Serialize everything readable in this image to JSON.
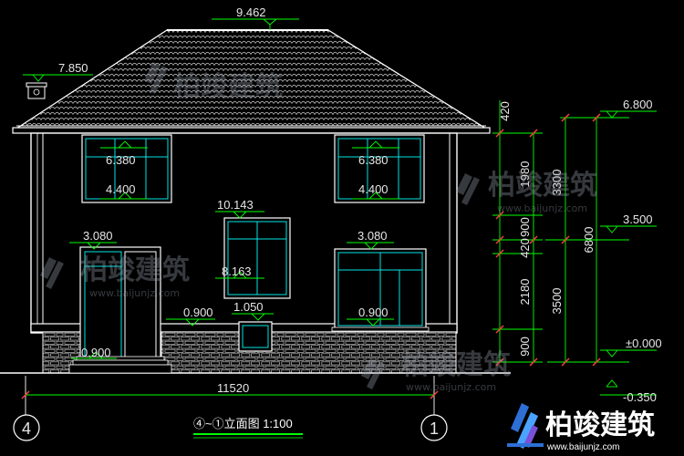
{
  "drawing": {
    "title": "④~①立面图 1:100",
    "axis_left": "4",
    "axis_right": "1",
    "overall_width": "11520"
  },
  "elevations": {
    "roof_top": "9.462",
    "eave": "7.850",
    "eave_right": "6.800",
    "win_upper_left_top": "6.380",
    "win_upper_left_bottom": "4.400",
    "win_upper_right_top": "6.380",
    "win_upper_right_bottom": "4.400",
    "win_center_top": "10.143",
    "win_center_bottom": "8.163",
    "small_win_top": "1.050",
    "small_win_bottom": "0.900",
    "door_top": "3.080",
    "door_bottom": "0.900",
    "win_lower_right_top": "3.080",
    "win_lower_right_bottom": "0.900",
    "floor2": "3.500",
    "ground": "±0.000",
    "outdoor": "-0.350"
  },
  "dimensions": {
    "seg_420_top": "420",
    "seg_1980": "1980",
    "seg_900_mid": "900",
    "seg_420_mid": "420",
    "seg_2180": "2180",
    "seg_900_bottom": "900",
    "total_3300": "3300",
    "total_3500": "3500",
    "total_6800": "6800"
  },
  "watermark": {
    "brand": "柏竣建筑",
    "url": "www.baijunjz.com"
  },
  "logo": {
    "brand": "柏竣建筑",
    "url": "www.baijunjz.com"
  },
  "colors": {
    "line": "#ffffff",
    "dim": "#00ff00",
    "window": "#00e5e5",
    "accent": "#ff4040"
  }
}
